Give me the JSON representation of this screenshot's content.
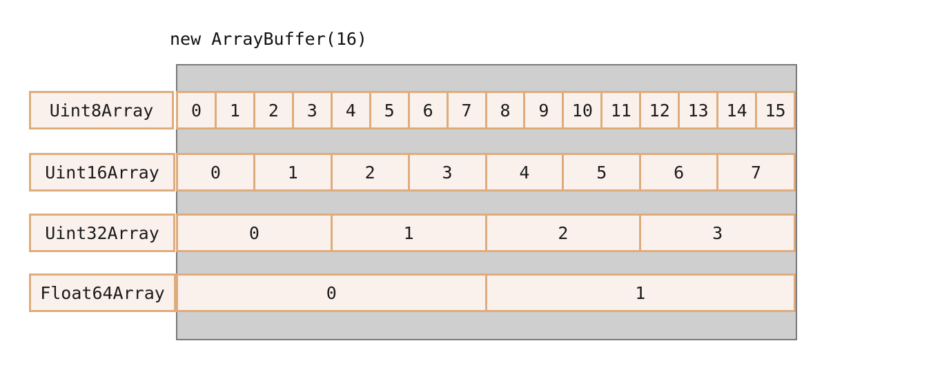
{
  "title": "new ArrayBuffer(16)",
  "buffer": {
    "byte_length": 16,
    "fill_color": "#cfcfcf",
    "border_color": "#777777"
  },
  "cell_style": {
    "fill_color": "#fbf1ec",
    "border_color": "#deac7c",
    "text_color": "#1a1a1a"
  },
  "rows": [
    {
      "label": "Uint8Array",
      "bytes_per_element": 1,
      "indices": [
        "0",
        "1",
        "2",
        "3",
        "4",
        "5",
        "6",
        "7",
        "8",
        "9",
        "10",
        "11",
        "12",
        "13",
        "14",
        "15"
      ]
    },
    {
      "label": "Uint16Array",
      "bytes_per_element": 2,
      "indices": [
        "0",
        "1",
        "2",
        "3",
        "4",
        "5",
        "6",
        "7"
      ]
    },
    {
      "label": "Uint32Array",
      "bytes_per_element": 4,
      "indices": [
        "0",
        "1",
        "2",
        "3"
      ]
    },
    {
      "label": "Float64Array",
      "bytes_per_element": 8,
      "indices": [
        "0",
        "1"
      ]
    }
  ]
}
